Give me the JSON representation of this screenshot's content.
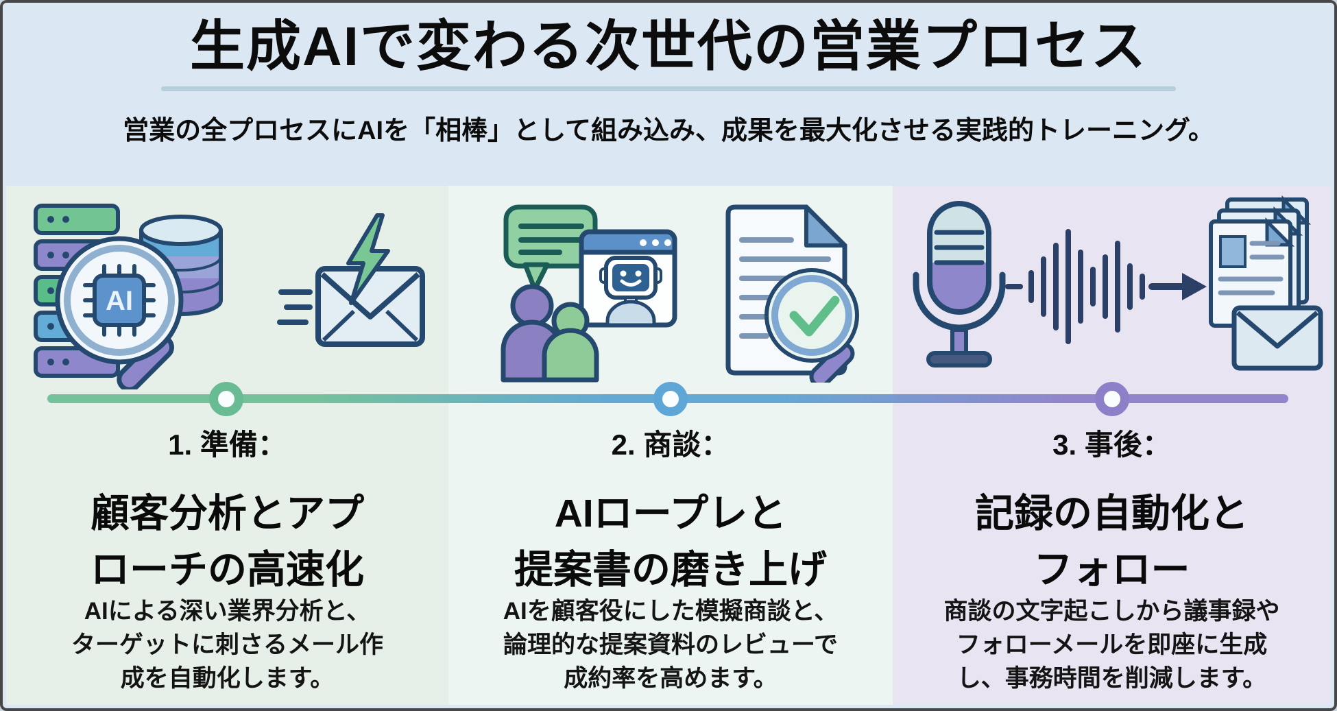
{
  "poster": {
    "title": "生成AIで変わる次世代の営業プロセス",
    "subtitle": "営業の全プロセスにAIを「相棒」として組み込み、成果を最大化させる実践的トレーニング。"
  },
  "icons": {
    "ai_chip_label": "AI",
    "list": [
      "server-stack-icon",
      "ai-chip-magnifier-icon",
      "database-icon",
      "lightning-mail-icon",
      "chat-bubble-icon",
      "people-icon",
      "robot-video-call-icon",
      "document-icon",
      "checkmark-magnifier-icon",
      "microphone-icon",
      "waveform-icon",
      "arrow-icon",
      "document-stack-icon",
      "envelope-icon"
    ]
  },
  "timeline": {
    "line_colors": [
      "#74c19c",
      "#64a9d4",
      "#9285cc"
    ],
    "dot_colors": [
      "#68bb92",
      "#5ea6d6",
      "#8d80c8"
    ]
  },
  "colors": {
    "header_bg": "#dbe7f2",
    "panel_prep_bg": "#e6efe8",
    "panel_meeting_bg": "#ecf5f1",
    "panel_after_bg": "#e9e4f2",
    "divider": "#b6cedb",
    "outline_navy": "#24486e",
    "text": "#111111"
  },
  "steps": [
    {
      "number_label": "1. 準備：",
      "heading_lines": [
        "顧客分析とアプ",
        "ローチの高速化"
      ],
      "desc_lines": [
        "AIによる深い業界分析と、",
        "ターゲットに刺さるメール作",
        "成を自動化します。"
      ]
    },
    {
      "number_label": "2. 商談：",
      "heading_lines": [
        "AIロープレと",
        "提案書の磨き上げ"
      ],
      "desc_lines": [
        "AIを顧客役にした模擬商談と、",
        "論理的な提案資料のレビューで",
        "成約率を高めます。"
      ]
    },
    {
      "number_label": "3. 事後：",
      "heading_lines": [
        "記録の自動化と",
        "フォロー"
      ],
      "desc_lines": [
        "商談の文字起こしから議事録や",
        "フォローメールを即座に生成",
        "し、事務時間を削減します。"
      ]
    }
  ]
}
